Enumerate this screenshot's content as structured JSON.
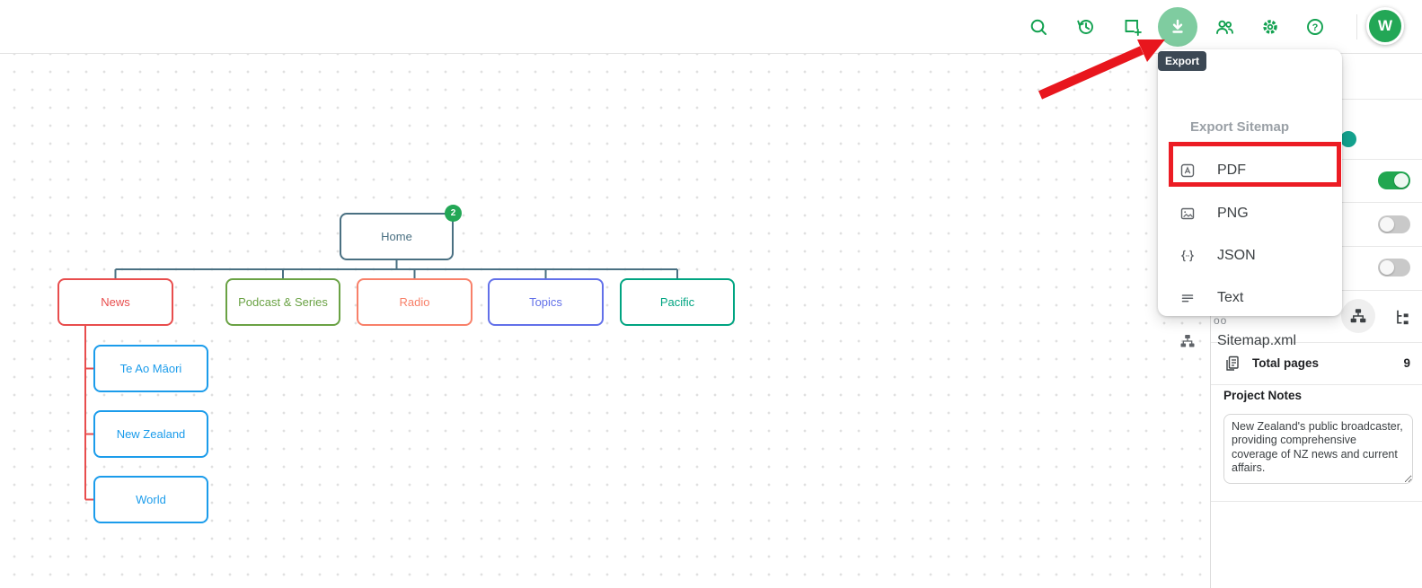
{
  "header": {
    "toolbar_icons": [
      {
        "name": "search-icon"
      },
      {
        "name": "history-icon"
      },
      {
        "name": "add-page-icon"
      },
      {
        "name": "export-download-icon"
      },
      {
        "name": "share-users-icon"
      },
      {
        "name": "settings-gear-icon"
      },
      {
        "name": "help-icon"
      }
    ],
    "avatar_initial": "W"
  },
  "tooltip": {
    "label": "Export"
  },
  "export_menu": {
    "title": "Export Sitemap",
    "items": [
      {
        "label": "PDF",
        "icon": "pdf-file-icon",
        "highlighted": false
      },
      {
        "label": "PNG",
        "icon": "image-icon",
        "highlighted": true
      },
      {
        "label": "JSON",
        "icon": "braces-icon",
        "highlighted": false
      },
      {
        "label": "Text",
        "icon": "text-lines-icon",
        "highlighted": false
      },
      {
        "label": "Sitemap.xml",
        "icon": "sitemap-tree-icon",
        "highlighted": false
      }
    ]
  },
  "sitemap": {
    "root": {
      "label": "Home",
      "badge": "2",
      "color": "#4a7082"
    },
    "level1": [
      {
        "label": "News",
        "color": "#e84d4d"
      },
      {
        "label": "Podcast & Series",
        "color": "#6aa244"
      },
      {
        "label": "Radio",
        "color": "#f88069"
      },
      {
        "label": "Topics",
        "color": "#6270e9"
      },
      {
        "label": "Pacific",
        "color": "#00a481"
      }
    ],
    "news_children": [
      {
        "label": "Te Ao Māori",
        "color": "#1b9ceb"
      },
      {
        "label": "New Zealand",
        "color": "#1b9ceb"
      },
      {
        "label": "World",
        "color": "#1b9ceb"
      }
    ],
    "connector_colors": {
      "trunk": "#4a7082",
      "news_branch": "#e84d4d"
    }
  },
  "sidebar": {
    "page_color_dot": "#14a38f",
    "toggles": [
      {
        "state": "on"
      },
      {
        "state": "off"
      },
      {
        "state": "off"
      }
    ],
    "partial_icon": "oo",
    "total_pages": {
      "label": "Total pages",
      "value": "9"
    },
    "project_notes": {
      "title": "Project Notes",
      "text": "New Zealand's public broadcaster, providing comprehensive coverage of NZ news and current affairs."
    }
  },
  "colors": {
    "toolbar_green": "#12a150",
    "export_button_bg": "#7fcca0",
    "avatar_green": "#23a756",
    "badge_green": "#23a756",
    "highlight_red": "#ec1c24",
    "arrow_red": "#e8161d",
    "toggle_on": "#21a750",
    "tooltip_bg": "#3c4854"
  }
}
